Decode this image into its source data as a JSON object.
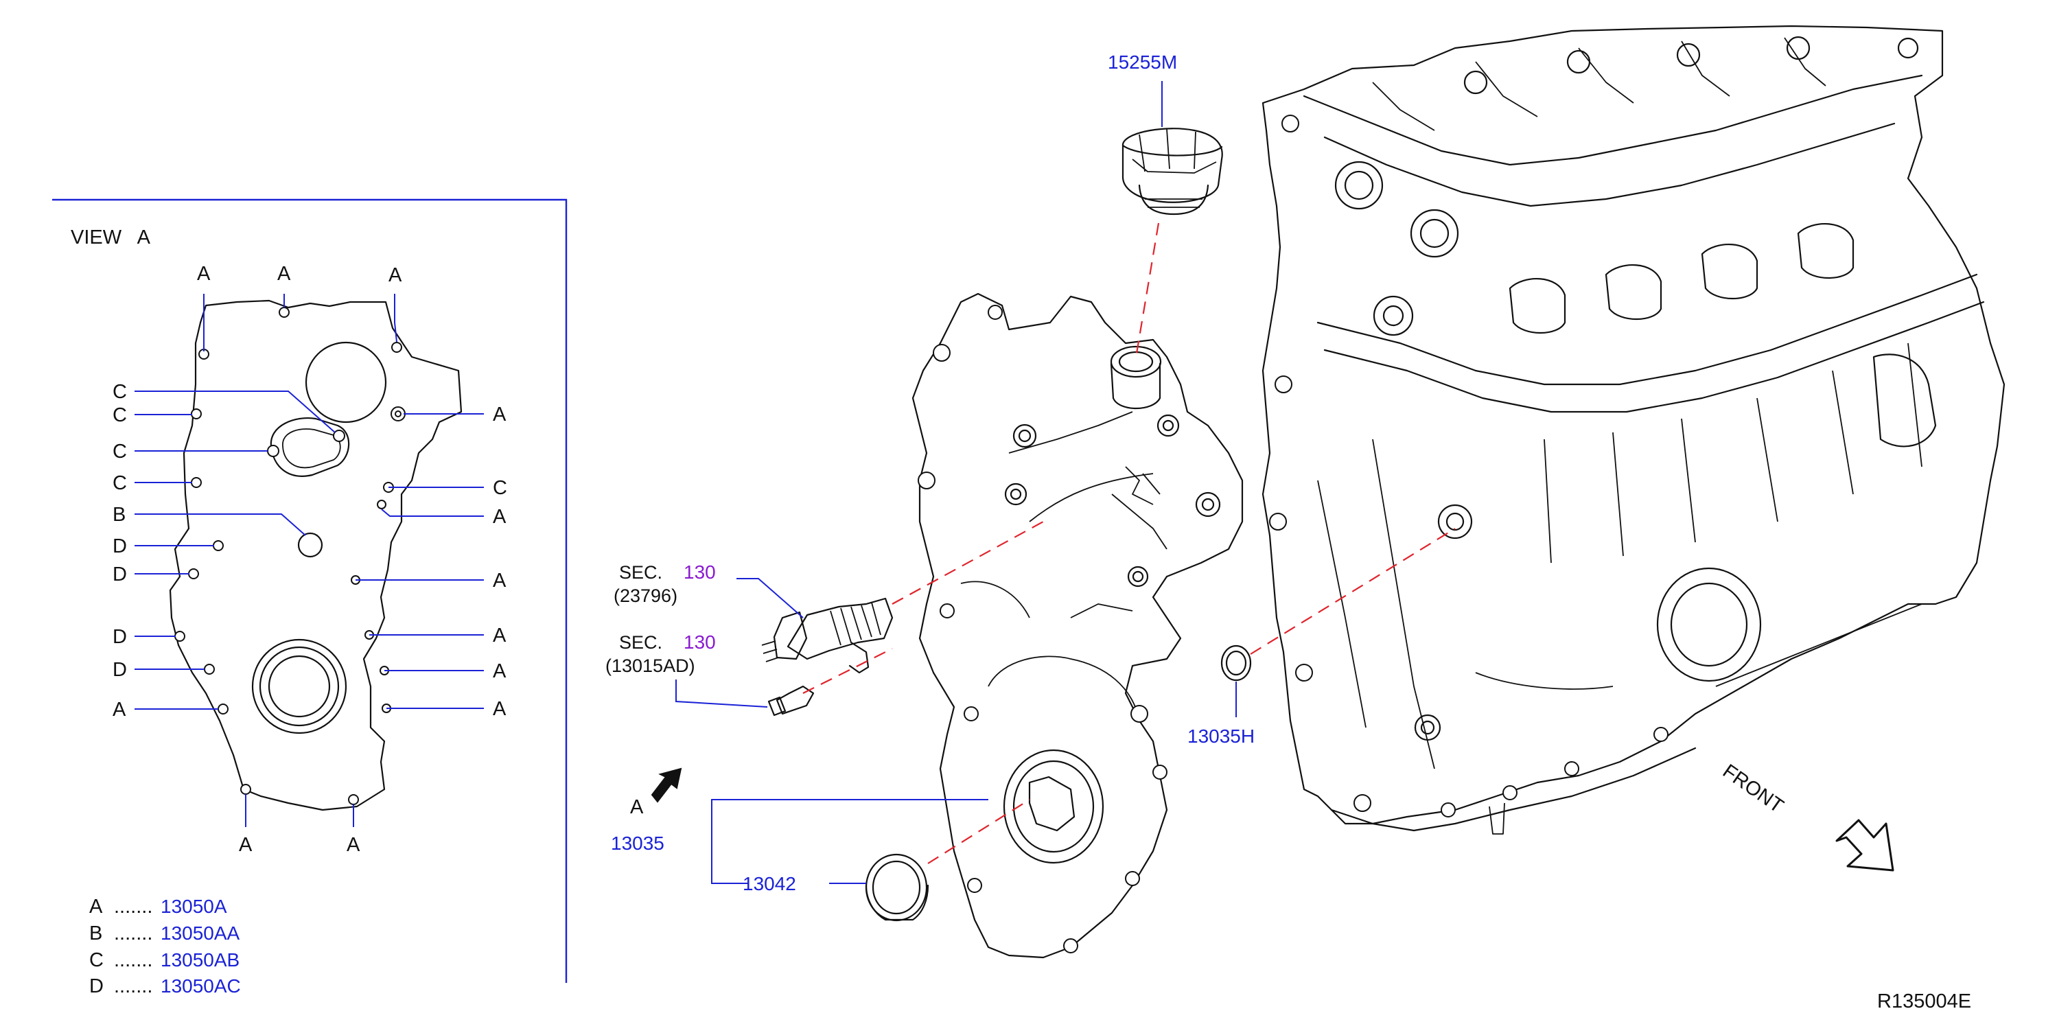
{
  "view": {
    "title": "VIEW   A",
    "letter_a": "A",
    "letter_b": "B",
    "letter_c": "C",
    "letter_d": "D"
  },
  "legend": [
    {
      "key": "A",
      "dots": ".......",
      "part": "13050A"
    },
    {
      "key": "B",
      "dots": ".......",
      "part": "13050AA"
    },
    {
      "key": "C",
      "dots": ".......",
      "part": "13050AB"
    },
    {
      "key": "D",
      "dots": ".......",
      "part": "13050AC"
    }
  ],
  "parts": {
    "cap": "15255M",
    "oring": "13035H",
    "cover": "13035",
    "seal": "13042"
  },
  "sec_refs": [
    {
      "sec": "SEC.",
      "num": "130",
      "ref": "(23796)"
    },
    {
      "sec": "SEC.",
      "num": "130",
      "ref": "(13015AD)"
    }
  ],
  "arrow_label": "A",
  "front_label": "FRONT",
  "diagram_id": "R135004E",
  "colors": {
    "part_number": "#1a22d6",
    "section_number": "#8a1ad0",
    "alignment_dash": "#e0242c",
    "linework": "#111111"
  }
}
